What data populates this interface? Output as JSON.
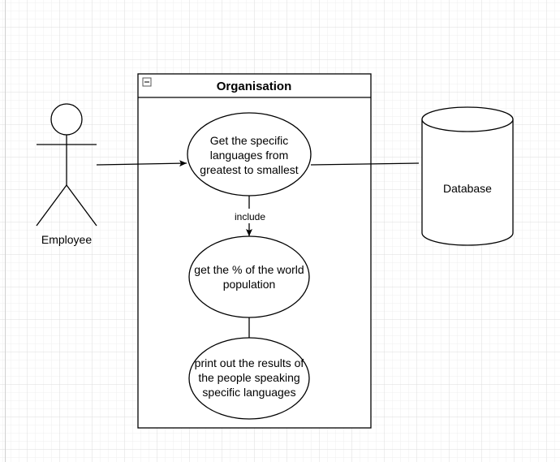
{
  "actor": {
    "label": "Employee"
  },
  "system": {
    "title": "Organisation"
  },
  "use_cases": [
    {
      "lines": [
        "Get the specific",
        "languages from",
        "greatest to smallest"
      ]
    },
    {
      "lines": [
        "get the % of the world",
        "population"
      ]
    },
    {
      "lines": [
        "print out the results of",
        "the people speaking",
        "specific languages"
      ]
    }
  ],
  "relations": {
    "include_label": "include"
  },
  "database": {
    "label": "Database"
  }
}
